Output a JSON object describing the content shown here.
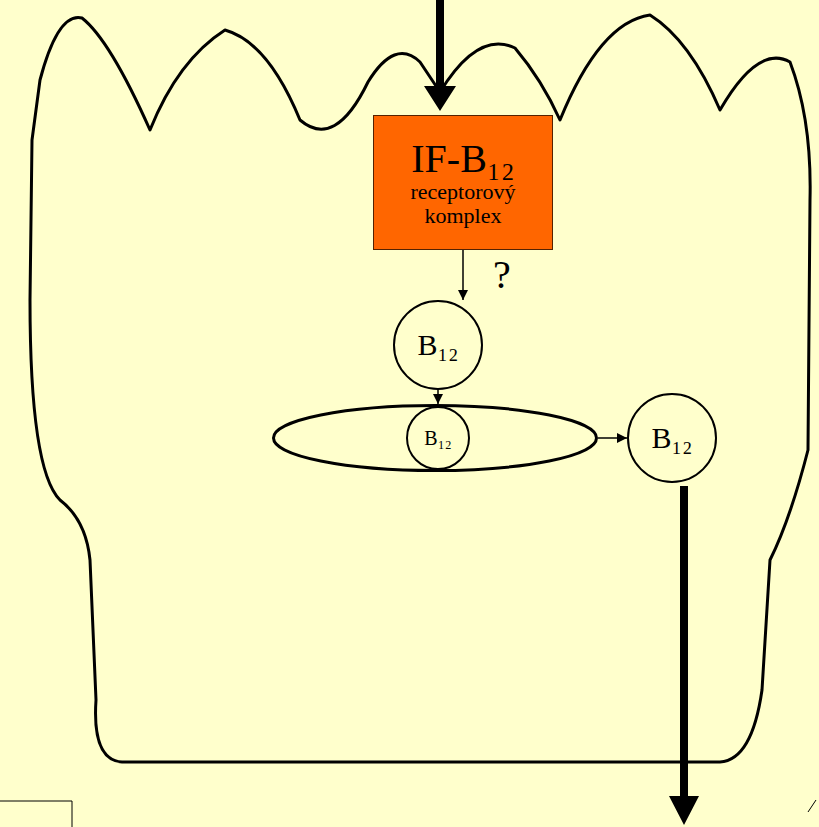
{
  "diagram": {
    "nodes": [
      {
        "text": [
          "IF-B₁₂",
          "receptorový komplex"
        ]
      },
      {
        "text": [
          "B₁₂"
        ]
      },
      {
        "text": []
      },
      {
        "text": [
          "B₁₂"
        ],
        "in": 2
      },
      {
        "text": [
          "B₁₂"
        ]
      }
    ],
    "edges": [
      {
        "from": 0,
        "to": 1,
        "arrow": "to",
        "label": "?"
      },
      {
        "from": 1,
        "to": 2,
        "arrow": "to"
      },
      {
        "from": 2,
        "to": 4,
        "arrow": "to"
      }
    ]
  }
}
